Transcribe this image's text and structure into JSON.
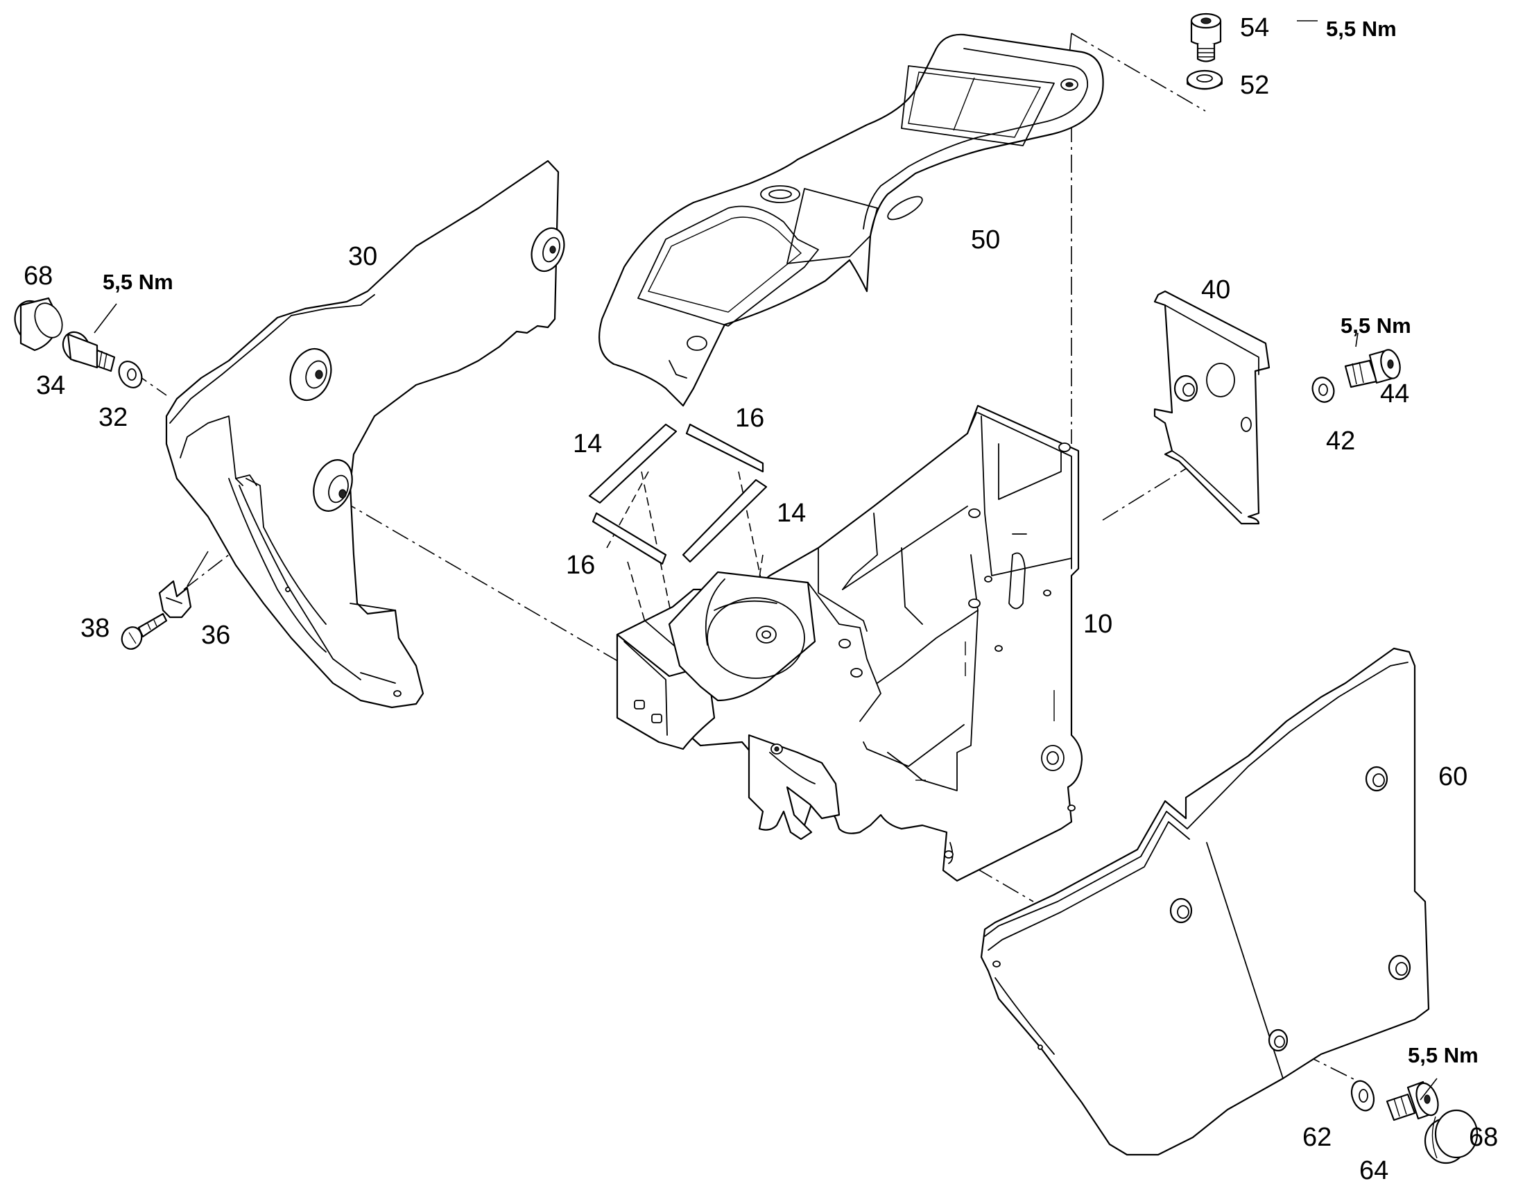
{
  "callouts": {
    "c10": "10",
    "c14a": "14",
    "c14b": "14",
    "c16a": "16",
    "c16b": "16",
    "c30": "30",
    "c32": "32",
    "c34": "34",
    "c36": "36",
    "c38": "38",
    "c40": "40",
    "c42": "42",
    "c44": "44",
    "c50": "50",
    "c52": "52",
    "c54": "54",
    "c60": "60",
    "c62": "62",
    "c64": "64",
    "c68a": "68",
    "c68b": "68"
  },
  "torque": {
    "t54": "5,5 Nm",
    "t34": "5,5 Nm",
    "t44": "5,5 Nm",
    "t64": "5,5 Nm"
  }
}
